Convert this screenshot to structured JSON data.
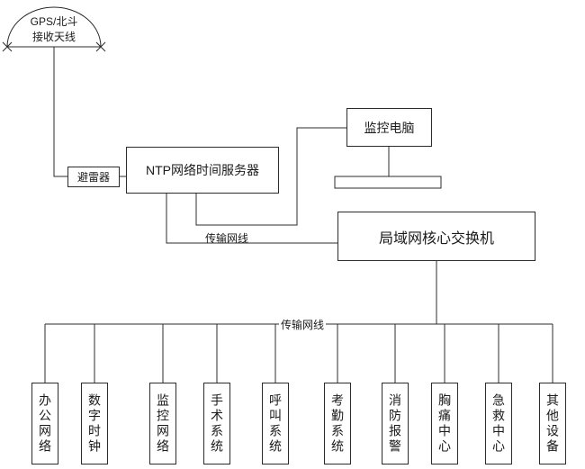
{
  "diagram": {
    "antenna": {
      "line1": "GPS/北斗",
      "line2": "接收天线"
    },
    "arrester": {
      "label": "避雷器"
    },
    "ntp_server": {
      "label": "NTP网络时间服务器"
    },
    "monitor_pc": {
      "label": "监控电脑"
    },
    "core_switch": {
      "label": "局域网核心交换机"
    },
    "links": {
      "upper_label": "传输网线",
      "lower_label": "传输网线"
    },
    "devices": [
      {
        "label": "办公网络"
      },
      {
        "label": "数字时钟"
      },
      {
        "label": "监控网络"
      },
      {
        "label": "手术系统"
      },
      {
        "label": "呼叫系统"
      },
      {
        "label": "考勤系统"
      },
      {
        "label": "消防报警"
      },
      {
        "label": "胸痛中心"
      },
      {
        "label": "急救中心"
      },
      {
        "label": "其他设备"
      }
    ]
  }
}
